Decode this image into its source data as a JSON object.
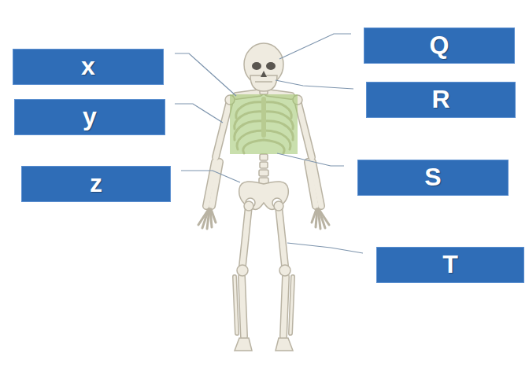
{
  "diagram": {
    "nodes": [
      {
        "text": [
          "x"
        ]
      },
      {
        "text": [
          "Q"
        ]
      },
      {
        "text": [
          "y"
        ]
      },
      {
        "text": [
          "R"
        ]
      },
      {
        "text": [
          "z"
        ]
      },
      {
        "text": [
          "S"
        ]
      },
      {
        "text": [
          "T"
        ]
      }
    ]
  }
}
